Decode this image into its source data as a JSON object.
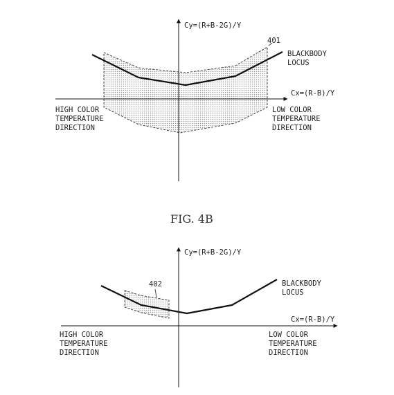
{
  "figure_top": {
    "y_axis_label": "Cy=(R+B-2G)/Y",
    "x_axis_label": "Cx=(R-B)/Y",
    "region_label": "401",
    "locus_label": [
      "BLACKBODY",
      "LOCUS"
    ],
    "left_label": [
      "HIGH COLOR",
      "TEMPERATURE",
      "DIRECTION"
    ],
    "right_label": [
      "LOW COLOR",
      "TEMPERATURE",
      "DIRECTION"
    ]
  },
  "caption": "FIG. 4B",
  "figure_bottom": {
    "y_axis_label": "Cy=(R+B-2G)/Y",
    "x_axis_label": "Cx=(R-B)/Y",
    "region_label": "402",
    "locus_label": [
      "BLACKBODY",
      "LOCUS"
    ],
    "left_label": [
      "HIGH COLOR",
      "TEMPERATURE",
      "DIRECTION"
    ],
    "right_label": [
      "LOW COLOR",
      "TEMPERATURE",
      "DIRECTION"
    ]
  },
  "colors": {
    "line": "#111111",
    "region_fill": "#d4d4d4",
    "region_stroke": "#444444"
  }
}
